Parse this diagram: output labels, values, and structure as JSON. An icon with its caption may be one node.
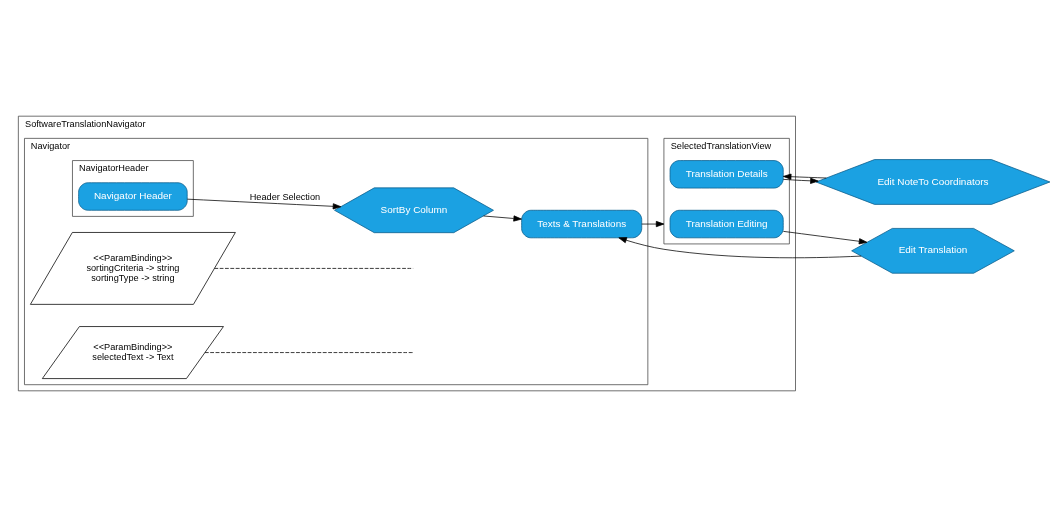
{
  "diagram": {
    "nodes": [
      {
        "text": [
          "SoftwareTranslationNavigator"
        ]
      },
      {
        "text": [
          "Navigator"
        ],
        "in": 0
      },
      {
        "text": [
          "NavigatorHeader"
        ],
        "in": 1
      },
      {
        "text": [
          "Navigator Header"
        ],
        "in": 2
      },
      {
        "text": [
          "<<ParamBinding>> sortingCriteria -> string sortingType -> string"
        ],
        "in": 1
      },
      {
        "text": [
          "SortBy Column"
        ],
        "in": 1
      },
      {
        "text": [
          "<<ParamBinding>> selectedText -> Text"
        ],
        "in": 1
      },
      {
        "text": [
          "Texts & Translations"
        ],
        "in": 1
      },
      {
        "text": [
          "SelectedTranslationView"
        ],
        "in": 0
      },
      {
        "text": [
          "Translation Editing"
        ],
        "in": 8
      },
      {
        "text": [
          "Translation Details"
        ],
        "in": 8
      },
      {
        "text": [
          "Edit Translation"
        ]
      },
      {
        "text": [
          "Edit NoteTo Coordinators"
        ]
      }
    ],
    "edges": [
      {
        "from": 3,
        "to": 5,
        "arrow": "to",
        "label": "Header Selection"
      },
      {
        "from": 4,
        "to": null,
        "arrow": "none",
        "style": "dashed"
      },
      {
        "from": 5,
        "to": 7,
        "arrow": "to"
      },
      {
        "from": 6,
        "to": null,
        "arrow": "none",
        "style": "dashed"
      },
      {
        "from": 7,
        "to": 8,
        "arrow": "to"
      },
      {
        "from": 9,
        "to": 11,
        "arrow": "to"
      },
      {
        "from": 11,
        "to": 7,
        "arrow": "to"
      },
      {
        "from": 12,
        "to": 10,
        "arrow": "to"
      },
      {
        "from": 10,
        "to": 12,
        "arrow": "to"
      }
    ]
  }
}
